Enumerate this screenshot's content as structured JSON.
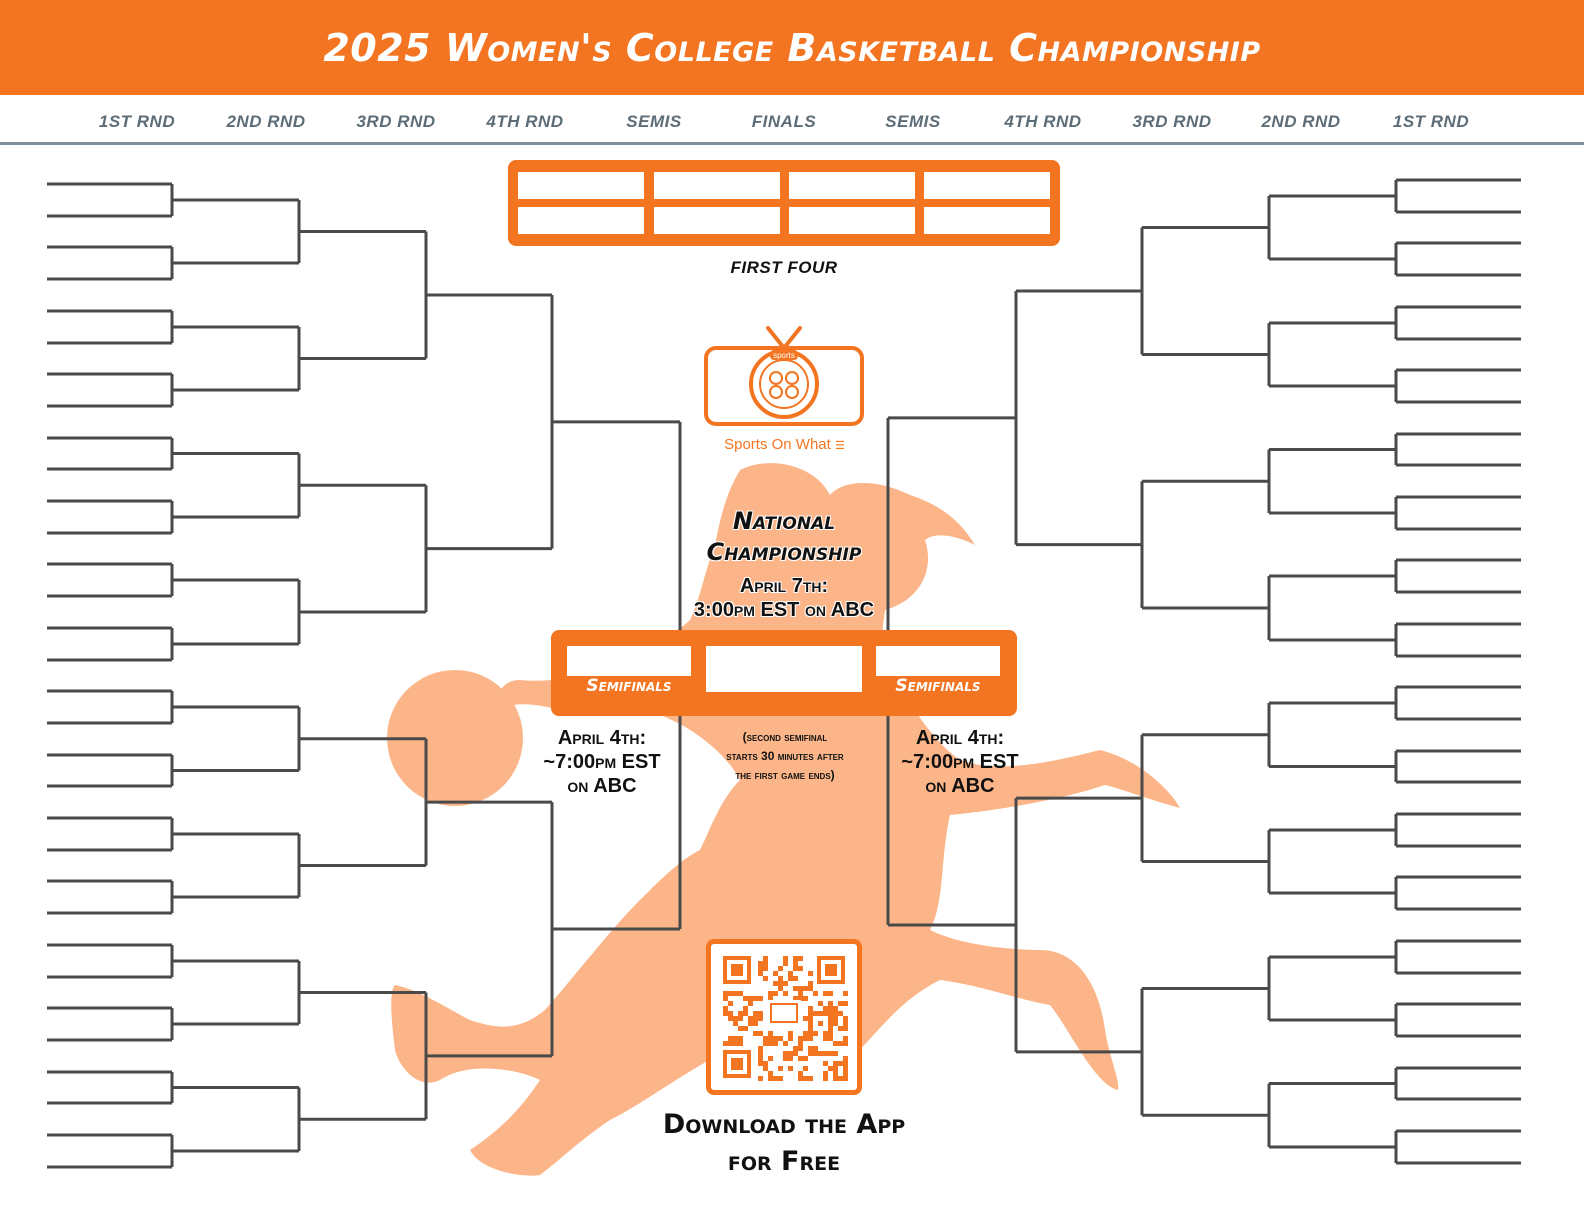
{
  "header": {
    "title": "2025 Women's College Basketball Championship"
  },
  "rounds": [
    "1ST RND",
    "2ND RND",
    "3RD RND",
    "4TH RND",
    "SEMIS",
    "FINALS",
    "SEMIS",
    "4TH RND",
    "3RD RND",
    "2ND RND",
    "1ST RND"
  ],
  "first_four": {
    "label": "FIRST FOUR"
  },
  "logo": {
    "name": "sports-on-what-logo",
    "text": "Sports On What",
    "tv_label": "sports"
  },
  "championship": {
    "title_line1": "National",
    "title_line2": "Championship",
    "date_line1": "April 7th:",
    "date_line2": "3:00pm EST on ABC"
  },
  "semifinals": {
    "left_label": "Semifinals",
    "right_label": "Semifinals",
    "left_date": [
      "April 4th:",
      "~7:00pm EST",
      "on ABC"
    ],
    "right_date": [
      "April 4th:",
      "~7:00pm EST",
      "on ABC"
    ],
    "note": [
      "(second semifinal",
      "starts 30 minutes after",
      "the first game ends)"
    ]
  },
  "download": {
    "line1": "Download the App",
    "line2": "for Free"
  },
  "colors": {
    "accent": "#f37421",
    "silhouette": "#fbb588",
    "bracket_line": "#4a4a4a",
    "round_text": "#5d6d78"
  }
}
